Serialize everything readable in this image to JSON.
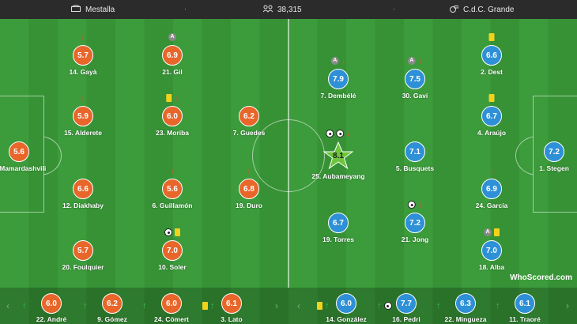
{
  "match": {
    "stadium": "Mestalla",
    "attendance": "38,315",
    "referee": "C.d.C. Grande",
    "separator": "·"
  },
  "colors": {
    "home": "#e8662a",
    "away": "#2e90d6",
    "motm": "#6cc53b"
  },
  "home_players": [
    {
      "label": "14. Gayà",
      "rating": "5.7",
      "marks": [
        "arrow-down"
      ]
    },
    {
      "label": "21. Gil",
      "rating": "6.9",
      "marks": [
        "assist"
      ]
    },
    {
      "label": "15. Alderete",
      "rating": "5.9",
      "marks": [
        "arrow-down"
      ]
    },
    {
      "label": "23. Moriba",
      "rating": "6.0",
      "marks": [
        "yellow-card",
        "arrow-down"
      ]
    },
    {
      "label": "7. Guedes",
      "rating": "6.2",
      "marks": []
    },
    {
      "label": "1. Mamardashvili",
      "rating": "5.6",
      "marks": []
    },
    {
      "label": "12. Diakhaby",
      "rating": "6.6",
      "marks": []
    },
    {
      "label": "6. Guillamón",
      "rating": "5.6",
      "marks": [
        "arrow-down"
      ]
    },
    {
      "label": "19. Duro",
      "rating": "6.8",
      "marks": [
        "arrow-down"
      ]
    },
    {
      "label": "20. Foulquier",
      "rating": "5.7",
      "marks": []
    },
    {
      "label": "10. Soler",
      "rating": "7.0",
      "marks": [
        "goal",
        "yellow-card"
      ]
    }
  ],
  "away_players": [
    {
      "label": "7. Dembélé",
      "rating": "7.9",
      "marks": [
        "assist",
        "arrow-down"
      ]
    },
    {
      "label": "30. Gavi",
      "rating": "7.5",
      "marks": [
        "assist",
        "arrow-down"
      ]
    },
    {
      "label": "2. Dest",
      "rating": "6.6",
      "marks": [
        "yellow-card"
      ]
    },
    {
      "label": "4. Araújo",
      "rating": "6.7",
      "marks": [
        "yellow-card"
      ]
    },
    {
      "label": "25. Aubameyang",
      "rating": "8.1",
      "marks": [
        "goal",
        "goal",
        "arrow-down"
      ],
      "motm": true
    },
    {
      "label": "5. Busquets",
      "rating": "7.1",
      "marks": []
    },
    {
      "label": "1. Stegen",
      "rating": "7.2",
      "marks": []
    },
    {
      "label": "24. García",
      "rating": "6.9",
      "marks": [
        "arrow-down"
      ]
    },
    {
      "label": "19. Torres",
      "rating": "6.7",
      "marks": []
    },
    {
      "label": "21. Jong",
      "rating": "7.2",
      "marks": [
        "goal",
        "arrow-down"
      ]
    },
    {
      "label": "18. Alba",
      "rating": "7.0",
      "marks": [
        "assist",
        "yellow-card"
      ]
    }
  ],
  "home_subs": [
    {
      "label": "22. André",
      "rating": "6.0",
      "marks": [
        "arrow-up"
      ]
    },
    {
      "label": "9. Gómez",
      "rating": "6.2",
      "marks": [
        "arrow-up"
      ]
    },
    {
      "label": "24. Cömert",
      "rating": "6.0",
      "marks": [
        "arrow-up"
      ]
    },
    {
      "label": "3. Lato",
      "rating": "6.1",
      "marks": [
        "yellow-card",
        "arrow-up"
      ]
    }
  ],
  "away_subs": [
    {
      "label": "14. González",
      "rating": "6.0",
      "marks": [
        "yellow-card",
        "arrow-up"
      ]
    },
    {
      "label": "16. Pedri",
      "rating": "7.7",
      "marks": [
        "arrow-up",
        "goal"
      ]
    },
    {
      "label": "22. Mingueza",
      "rating": "6.3",
      "marks": [
        "arrow-up"
      ]
    },
    {
      "label": "11. Traoré",
      "rating": "6.1",
      "marks": [
        "arrow-up"
      ]
    }
  ],
  "branding": {
    "logo": "WhoScored.com"
  },
  "nav": {
    "prev": "‹",
    "next": "›"
  }
}
